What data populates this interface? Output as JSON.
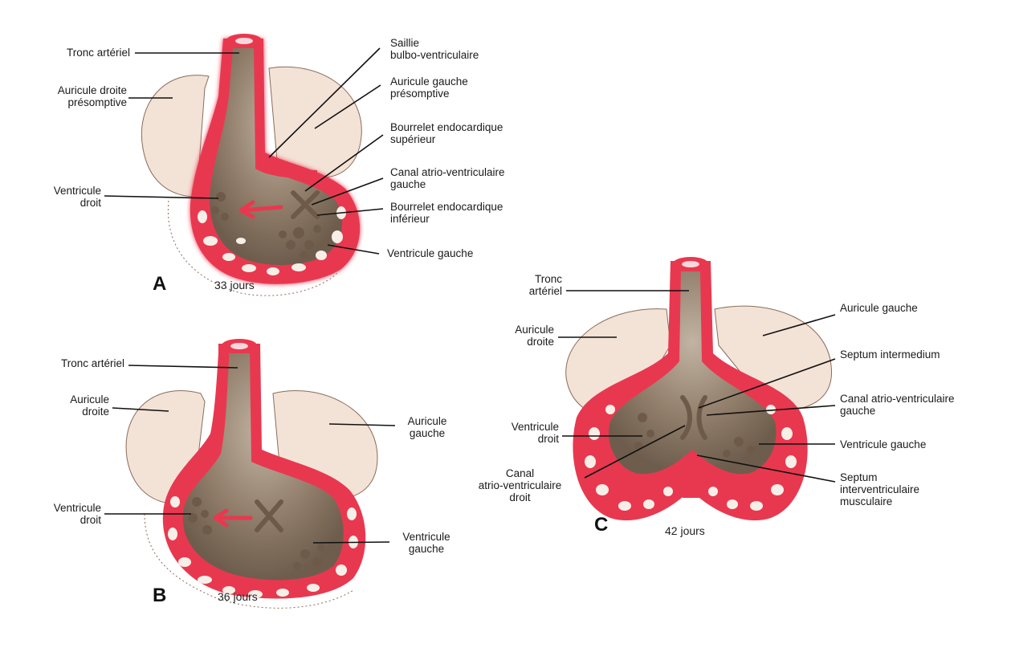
{
  "colors": {
    "myocardium": "#e8384f",
    "auricle": "#f3e2d6",
    "cavity": "#8c7a6a",
    "trabeculae": "#6e5a48",
    "leader": "#111111"
  },
  "panels": {
    "A": {
      "letter": "A",
      "days": "33 jours",
      "labels": {
        "tronc": "Tronc artériel",
        "auricule_droite": "Auricule droite\nprésomptive",
        "ventricule_droit": "Ventricule\ndroit",
        "saillie": "Saillie\nbulbo-ventriculaire",
        "auricule_gauche": "Auricule gauche\nprésomptive",
        "bourrelet_sup": "Bourrelet endocardique\nsupérieur",
        "canal_av_gauche": "Canal atrio-ventriculaire\ngauche",
        "bourrelet_inf": "Bourrelet endocardique\ninférieur",
        "ventricule_gauche": "Ventricule gauche"
      }
    },
    "B": {
      "letter": "B",
      "days": "36 jours",
      "labels": {
        "tronc": "Tronc artériel",
        "auricule_droite": "Auricule\ndroite",
        "ventricule_droit": "Ventricule\ndroit",
        "auricule_gauche": "Auricule\ngauche",
        "ventricule_gauche": "Ventricule\ngauche"
      }
    },
    "C": {
      "letter": "C",
      "days": "42 jours",
      "labels": {
        "tronc": "Tronc\nartériel",
        "auricule_droite": "Auricule\ndroite",
        "ventricule_droit": "Ventricule\ndroit",
        "canal_av_droit": "Canal\natrio-ventriculaire\ndroit",
        "auricule_gauche": "Auricule gauche",
        "septum_intermedium": "Septum intermedium",
        "canal_av_gauche": "Canal atrio-ventriculaire\ngauche",
        "ventricule_gauche": "Ventricule gauche",
        "septum_iv": "Septum\ninterventriculaire\nmusculaire"
      }
    }
  }
}
